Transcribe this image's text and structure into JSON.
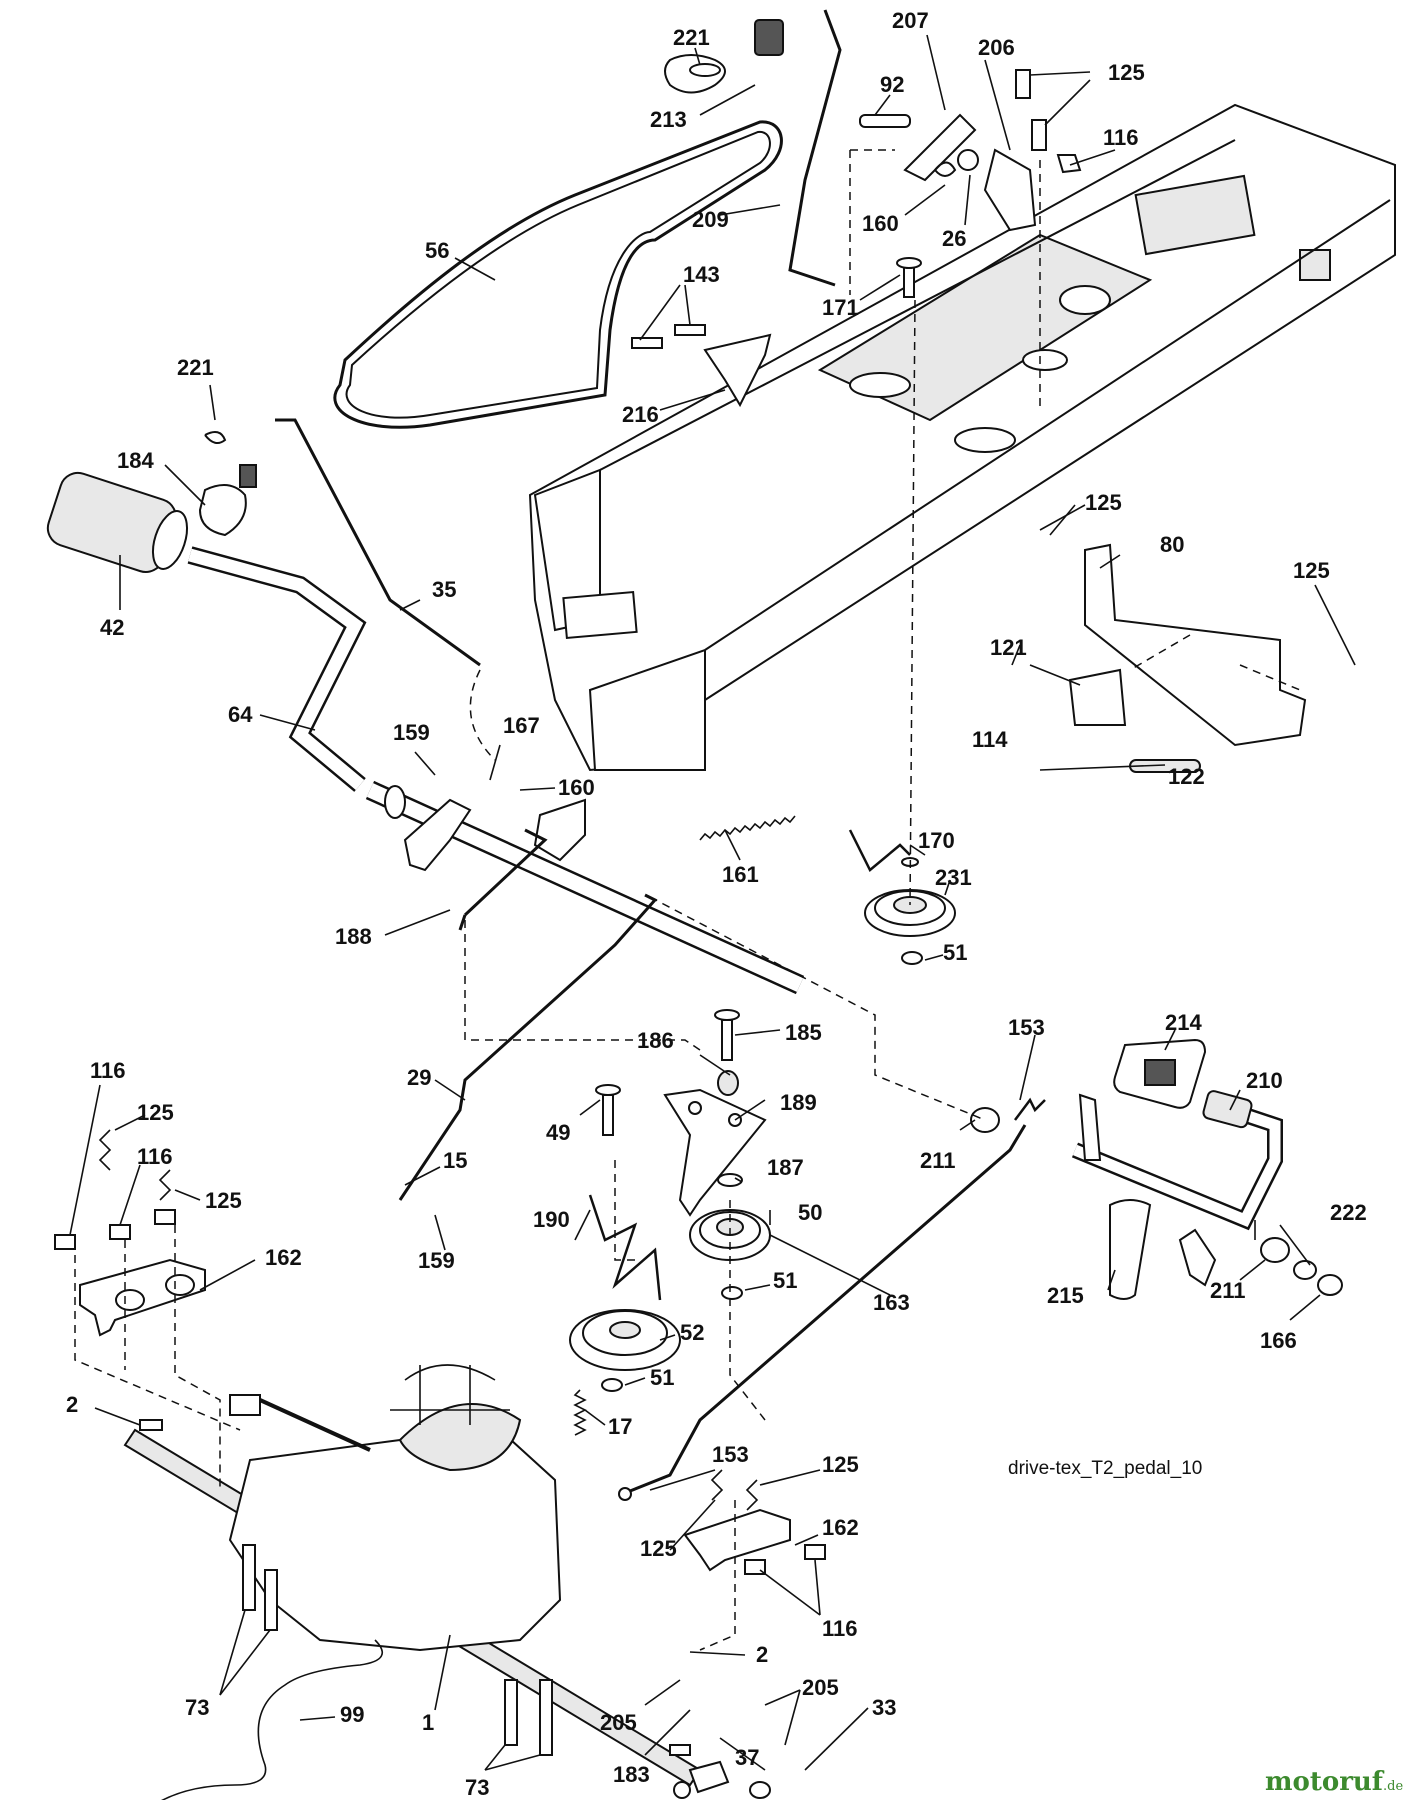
{
  "caption": "drive-tex_T2_pedal_10",
  "brand": {
    "name": "motoruf",
    "tld": ".de"
  },
  "labels": {
    "l221a": "221",
    "l213": "213",
    "l207": "207",
    "l92": "92",
    "l206": "206",
    "l125a": "125",
    "l116a": "116",
    "l160a": "160",
    "l26": "26",
    "l209": "209",
    "l56": "56",
    "l143": "143",
    "l171": "171",
    "l216": "216",
    "l221b": "221",
    "l184": "184",
    "l42": "42",
    "l35": "35",
    "l64": "64",
    "l159a": "159",
    "l167": "167",
    "l160b": "160",
    "l161": "161",
    "l188": "188",
    "l170": "170",
    "l231": "231",
    "l51a": "51",
    "l125b": "125",
    "l80": "80",
    "l125c": "125",
    "l121": "121",
    "l114": "114",
    "l122": "122",
    "l186": "186",
    "l185": "185",
    "l153a": "153",
    "l214": "214",
    "l210": "210",
    "l29": "29",
    "l49": "49",
    "l189": "189",
    "l211a": "211",
    "l116b": "116",
    "l125d": "125",
    "l116c": "116",
    "l125e": "125",
    "l15": "15",
    "l187": "187",
    "l50": "50",
    "l222": "222",
    "l159b": "159",
    "l190": "190",
    "l162a": "162",
    "l51b": "51",
    "l163": "163",
    "l215": "215",
    "l211b": "211",
    "l166": "166",
    "l52": "52",
    "l51c": "51",
    "l2a": "2",
    "l17": "17",
    "l153b": "153",
    "l125f": "125",
    "l162b": "162",
    "l125g": "125",
    "l116d": "116",
    "l2b": "2",
    "l205a": "205",
    "l33": "33",
    "l73a": "73",
    "l99": "99",
    "l1": "1",
    "l205b": "205",
    "l37": "37",
    "l183": "183",
    "l73b": "73"
  }
}
